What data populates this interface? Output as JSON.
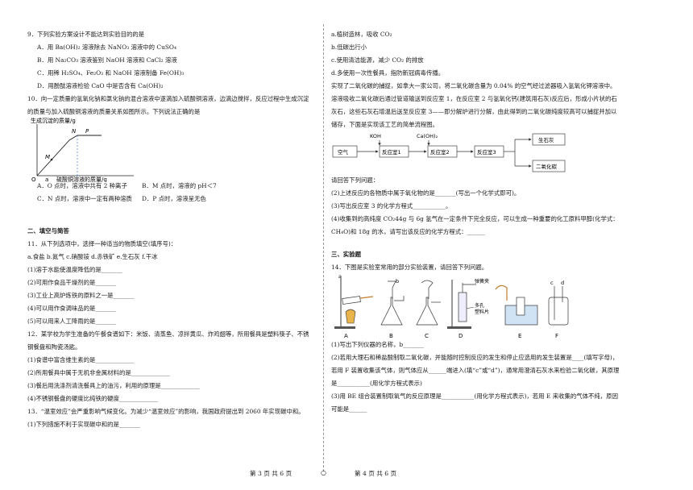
{
  "left": {
    "q9": {
      "stem": "9．下列实验方案设计不能达到实验目的的是",
      "options": [
        "A．用 Ba(OH)₂ 溶液除去 NaNO₃ 溶液中的 CuSO₄",
        "B．用 Na₂CO₃ 溶液鉴别 NaOH 溶液和 CaCl₂ 溶液",
        "C．用稀 H₂SO₄、Fe₂O₃ 和 NaOH 溶液制备 Fe(OH)₃",
        "D．用酚酞溶液检验 CaO 中是否含有 Ca(OH)₂"
      ]
    },
    "q10": {
      "stem1": "10．向一定质量的氢氧化钠和氯化钠的混合溶液中逐滴加入硫酸铜溶液，边滴边搅拌，反应过程中生成沉淀",
      "stem2": "的质量与加入硫酸铜溶液的质量关系如图所示。下列说法正确的是",
      "graph": {
        "ylabel": "生成沉淀的质量/g",
        "xlabel": "硫酸铜溶液的质量/g",
        "origin": "O",
        "point_labels": [
          "M",
          "N",
          "P"
        ],
        "a_label": "a"
      },
      "options_row1": [
        "A．O 点时，溶液中共有 2 种离子",
        "B．M 点时，溶液的 pH＜7"
      ],
      "options_row2": [
        "C．N 点时，溶液中一定有两种溶质",
        "D．P 点时，溶液呈无色"
      ]
    },
    "section2": "二、填空与简答",
    "q11": {
      "stem": "11．从下列选项中，选择一种适当的物质填空(填序号)：",
      "choices": "a.食盐  b.氮气  c.硝酸铵  d.赤铁矿  e.生石灰  f.干冰",
      "items": [
        "(1)溶于水能使温度降低的是_______",
        "(2)可用作食品干燥剂的是_______",
        "(3)工业上高炉炼铁的原料之一是_______",
        "(4)可以用作食调味品的是_______",
        "(5)可以用来人工降雨的是_______"
      ]
    },
    "q12": {
      "stem1": "12．某学校为学生准备的午餐食谱如下：米饭、清蒸鱼、凉拌黄瓜、炸鸡翅等，所用餐具是塑料筷子、不锈",
      "stem2": "钢餐盘和陶瓷汤匙。",
      "items": [
        "(1)食谱中富含维生素的是_____________",
        "(2)所用餐具中属于无机非金属材料的是_____________",
        "(3)餐后用洗涤剂清洗餐具上的油污，利用的原理是_____________",
        "(4)不锈钢餐盘的硬度比纯铁的硬度_____________"
      ]
    },
    "q13": {
      "stem1": "13．“温室效应”会严重影响气候变化。为减少“温室效应”的影响，我国政府提出到 2060 年实现碳中和。",
      "stem2": "(1)下列措施不利于实现碳中和的是_______"
    }
  },
  "right": {
    "q13_options": [
      "a.植树造林，吸收 CO₂",
      "b.低碳出行小",
      "c.使用清洁能源，减少 CO₂ 的排放",
      "d.多使用一次性餐具，指防新冠病毒传播。"
    ],
    "q13_para": [
      "实现了二氧化碳的捕捉，如拿大一家公司，将二氧化碳含量为 0.04% 的空气经过滤器吸入氢氧化钾溶液中。",
      "溶液吸收二氧化碳后通过管道输送到反应室 1，在反应室 2 与氢氧化钙(建筑用石灰)反应后，形成小片状的石",
      "灰石，这些石灰石增温后送至反应室 3——即分解炉进行分解，由此得到的二氧化碳纯度较高可以捕捉并加以",
      "储存，下面是实现该工艺的简单流程图。"
    ],
    "flow": {
      "air": "空气",
      "koh": "KOH",
      "caoh2": "Ca(OH)₂",
      "r1": "反应室1",
      "r2": "反应室2",
      "r3": "反应室3",
      "quicklime": "生石灰",
      "co2": "二氧化碳"
    },
    "q13_questions": [
      "请回答下列问题：",
      "(2)上述反应的各物质中属于氧化物的是_______(写出一个化学式即可)。",
      "(3)写出反应室 3 的化学方程式___________。",
      "(4)收集到的高纯度 CO₂44g 与 6g 氢气在一定条件下完全反应，可以生成一种重要的化工原料甲醇(化学式：",
      "CH₄O)和 18g 的水，请写出该反应的化学方程式：______"
    ],
    "section3": "三、实验题",
    "q14": {
      "stem": "14．下图是实验室常用的部分实验装置，请回答下列问题。",
      "apparatus_labels": [
        "A",
        "B",
        "C",
        "D",
        "E",
        "F"
      ],
      "callouts": {
        "a": "a",
        "b": "b",
        "clamp": "弹簧夹",
        "plate1": "多孔",
        "plate2": "塑料片",
        "c": "c",
        "d": "d"
      },
      "items": [
        "(1)写出下列仪器的名称，b_______",
        "(2)若用大理石和稀盐酸制取二氧化碳，并能随时控制反应的发生和停止应选用的发生装置是____(填写字母)，",
        "若用 F 装置收集该气体，则气体应从______端进入(填“c”或“d”)，通常用澄清石灰水来检验二氧化碳，其原理",
        "是___________(用化学方程式表示)",
        "(3)用 BE 组合装置制取氧气的反应原理是___________(用化学方程式表示)，若用 E 来收集的气体不纯，原因",
        "可能是______"
      ]
    }
  },
  "footer": {
    "left_page": "第 3 页  共 6 页",
    "right_page": "第 4 页  共 6 页",
    "circle": "○"
  }
}
